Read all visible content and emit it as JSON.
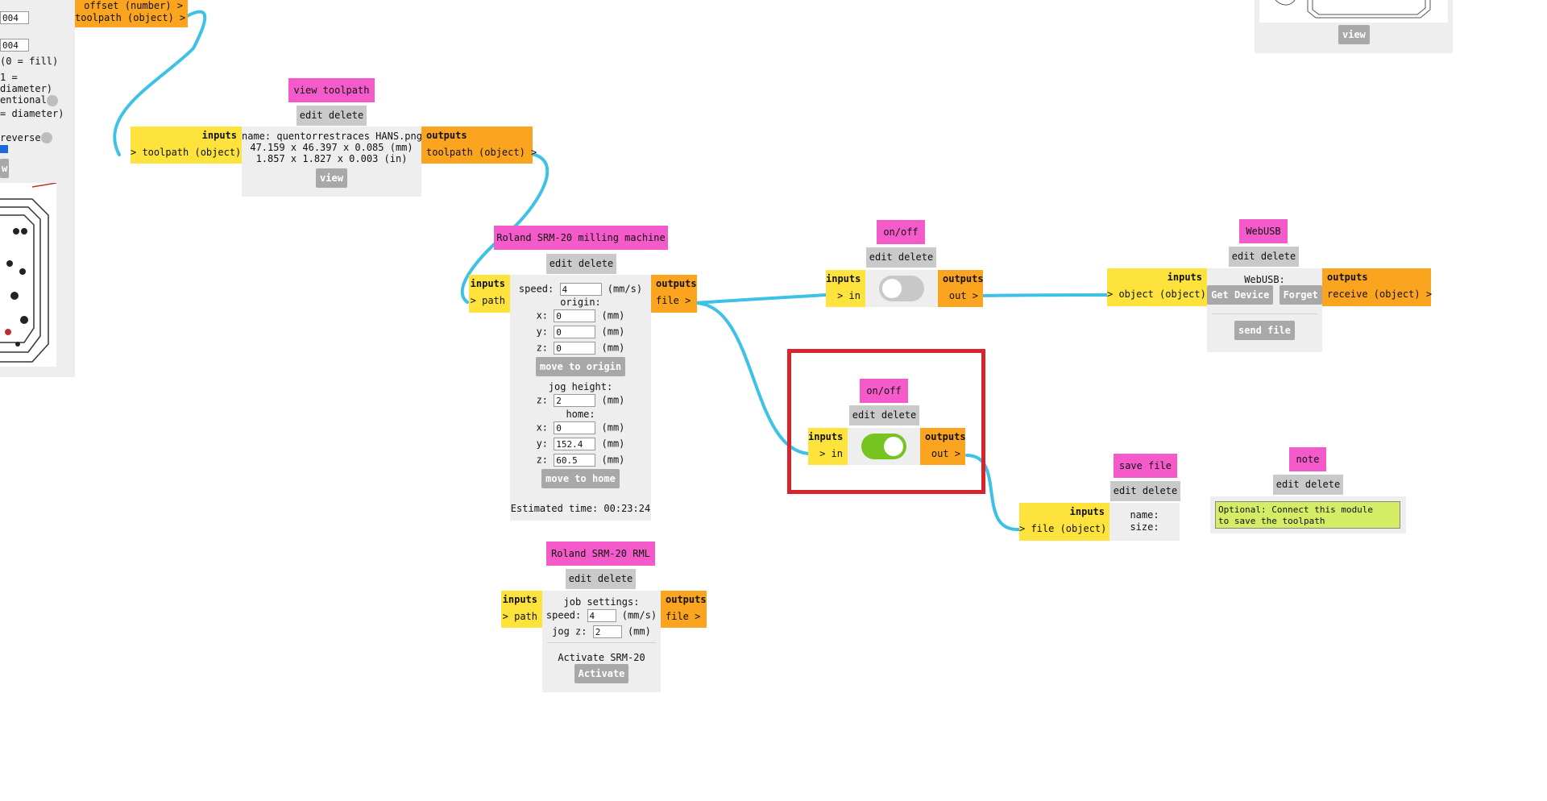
{
  "left_panel": {
    "field1_value": "004",
    "field2_value": "004",
    "fill_hint": "(0 = fill)",
    "diameter_hint": "1 = diameter)",
    "conventional_label": "entional",
    "diameter_hint2": "= diameter)",
    "reverse_label": "reverse",
    "view_label": "w"
  },
  "top_module": {
    "outputs": [
      "offset (number) >",
      "toolpath (object) >"
    ]
  },
  "top_right_module": {
    "view_label": "view"
  },
  "view_toolpath": {
    "title": "view toolpath",
    "edit_delete": "edit delete",
    "inputs_label": "inputs",
    "input": "> toolpath (object)",
    "info": [
      "name: quentorrestraces HANS.png",
      "47.159 x 46.397 x 0.085 (mm)",
      "1.857 x 1.827 x 0.003 (in)"
    ],
    "view_label": "view",
    "outputs_label": "outputs",
    "output": "toolpath (object) >"
  },
  "srm20_machine": {
    "title": "Roland SRM-20 milling machine",
    "edit_delete": "edit delete",
    "inputs_label": "inputs",
    "input": "> path",
    "outputs_label": "outputs",
    "output": "file >",
    "speed_label": "speed:",
    "speed_value": "4",
    "speed_unit": "(mm/s)",
    "origin_label": "origin:",
    "x_label": "x:",
    "y_label": "y:",
    "z_label": "z:",
    "mm": "(mm)",
    "origin_x": "0",
    "origin_y": "0",
    "origin_z": "0",
    "move_origin": "move to origin",
    "jog_height_label": "jog height:",
    "jog_z": "2",
    "home_label": "home:",
    "home_x": "0",
    "home_y": "152.4",
    "home_z": "60.5",
    "move_home": "move to home",
    "estimated_time": "Estimated time: 00:23:24"
  },
  "srm20_rml": {
    "title": "Roland SRM-20 RML",
    "edit_delete": "edit delete",
    "inputs_label": "inputs",
    "input": "> path",
    "outputs_label": "outputs",
    "output": "file >",
    "job_settings": "job settings:",
    "speed_label": "speed:",
    "speed_value": "4",
    "speed_unit": "(mm/s)",
    "jogz_label": "jog z:",
    "jogz_value": "2",
    "mm": "(mm)",
    "activate_text": "Activate SRM-20",
    "activate_button": "Activate"
  },
  "onoff_top": {
    "title": "on/off",
    "edit_delete": "edit delete",
    "inputs_label": "inputs",
    "input": "> in",
    "outputs_label": "outputs",
    "output": "out >",
    "state": "off"
  },
  "onoff_highlighted": {
    "title": "on/off",
    "edit_delete": "edit delete",
    "inputs_label": "inputs",
    "input": "> in",
    "outputs_label": "outputs",
    "output": "out >",
    "state": "on",
    "highlight_color": "#d8242c"
  },
  "webusb": {
    "title": "WebUSB",
    "edit_delete": "edit delete",
    "inputs_label": "inputs",
    "input": "> object (object)",
    "outputs_label": "outputs",
    "output": "receive (object) >",
    "webusb_label": "WebUSB:",
    "get_device": "Get Device",
    "forget": "Forget",
    "send_file": "send file"
  },
  "save_file": {
    "title": "save file",
    "edit_delete": "edit delete",
    "inputs_label": "inputs",
    "input": "> file (object)",
    "name_label": "name:",
    "size_label": "size:"
  },
  "note": {
    "title": "note",
    "edit_delete": "edit delete",
    "text": "Optional: Connect this module\nto save the toolpath"
  },
  "colors": {
    "title": "#f45ac9",
    "inputs": "#fde33c",
    "outputs": "#fba420",
    "wire": "#3ec1e6",
    "toggle_on": "#76c41f",
    "note_bg": "#d4ec66"
  }
}
